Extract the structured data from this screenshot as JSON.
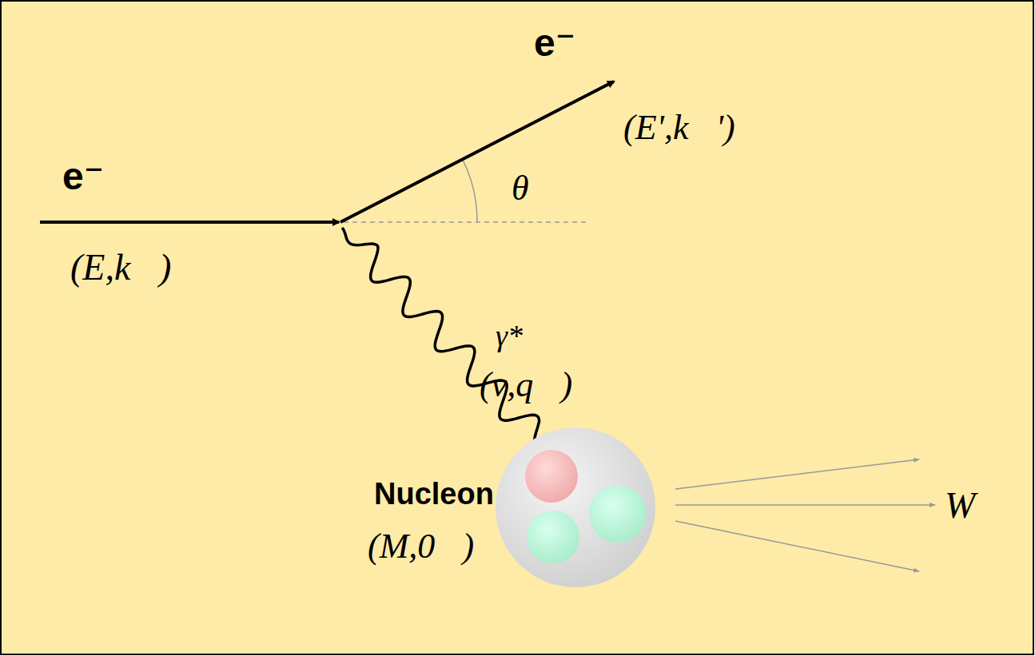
{
  "diagram": {
    "labels": [
      "e⁻",
      "e⁻",
      "(E',k⃗')",
      "θ",
      "(E,k⃗)",
      "γ*",
      "(ν,q⃗)",
      "Nucleon",
      "(M,0⃗)",
      "W"
    ]
  }
}
